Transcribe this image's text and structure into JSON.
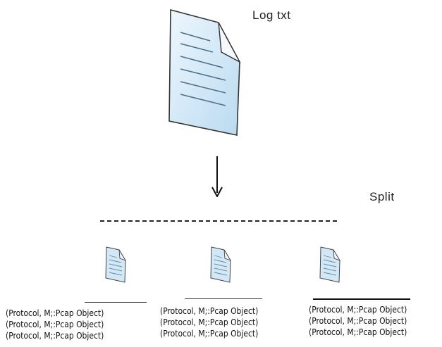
{
  "source": {
    "label": "Log txt",
    "icon": "document-icon"
  },
  "arrow": {
    "icon": "arrow-down-icon"
  },
  "split": {
    "label": "Split",
    "divider": "dashed-line"
  },
  "chunks": [
    {
      "icon": "document-icon",
      "records": [
        "(Protocol, M;:Pcap Object)",
        "(Protocol, M;:Pcap Object)",
        "(Protocol, M;:Pcap Object)"
      ]
    },
    {
      "icon": "document-icon",
      "records": [
        "(Protocol, M;:Pcap Object)",
        "(Protocol, M;:Pcap Object)",
        "(Protocol, M;:Pcap Object)"
      ]
    },
    {
      "icon": "document-icon",
      "records": [
        "(Protocol, M;:Pcap Object)",
        "(Protocol, M;:Pcap Object)",
        "(Protocol, M;:Pcap Object)"
      ]
    }
  ],
  "colors": {
    "document_fill": "#d6eaf7",
    "document_stroke": "#3a3a3a",
    "document_lines": "#4a6f8a",
    "text": "#111111"
  }
}
